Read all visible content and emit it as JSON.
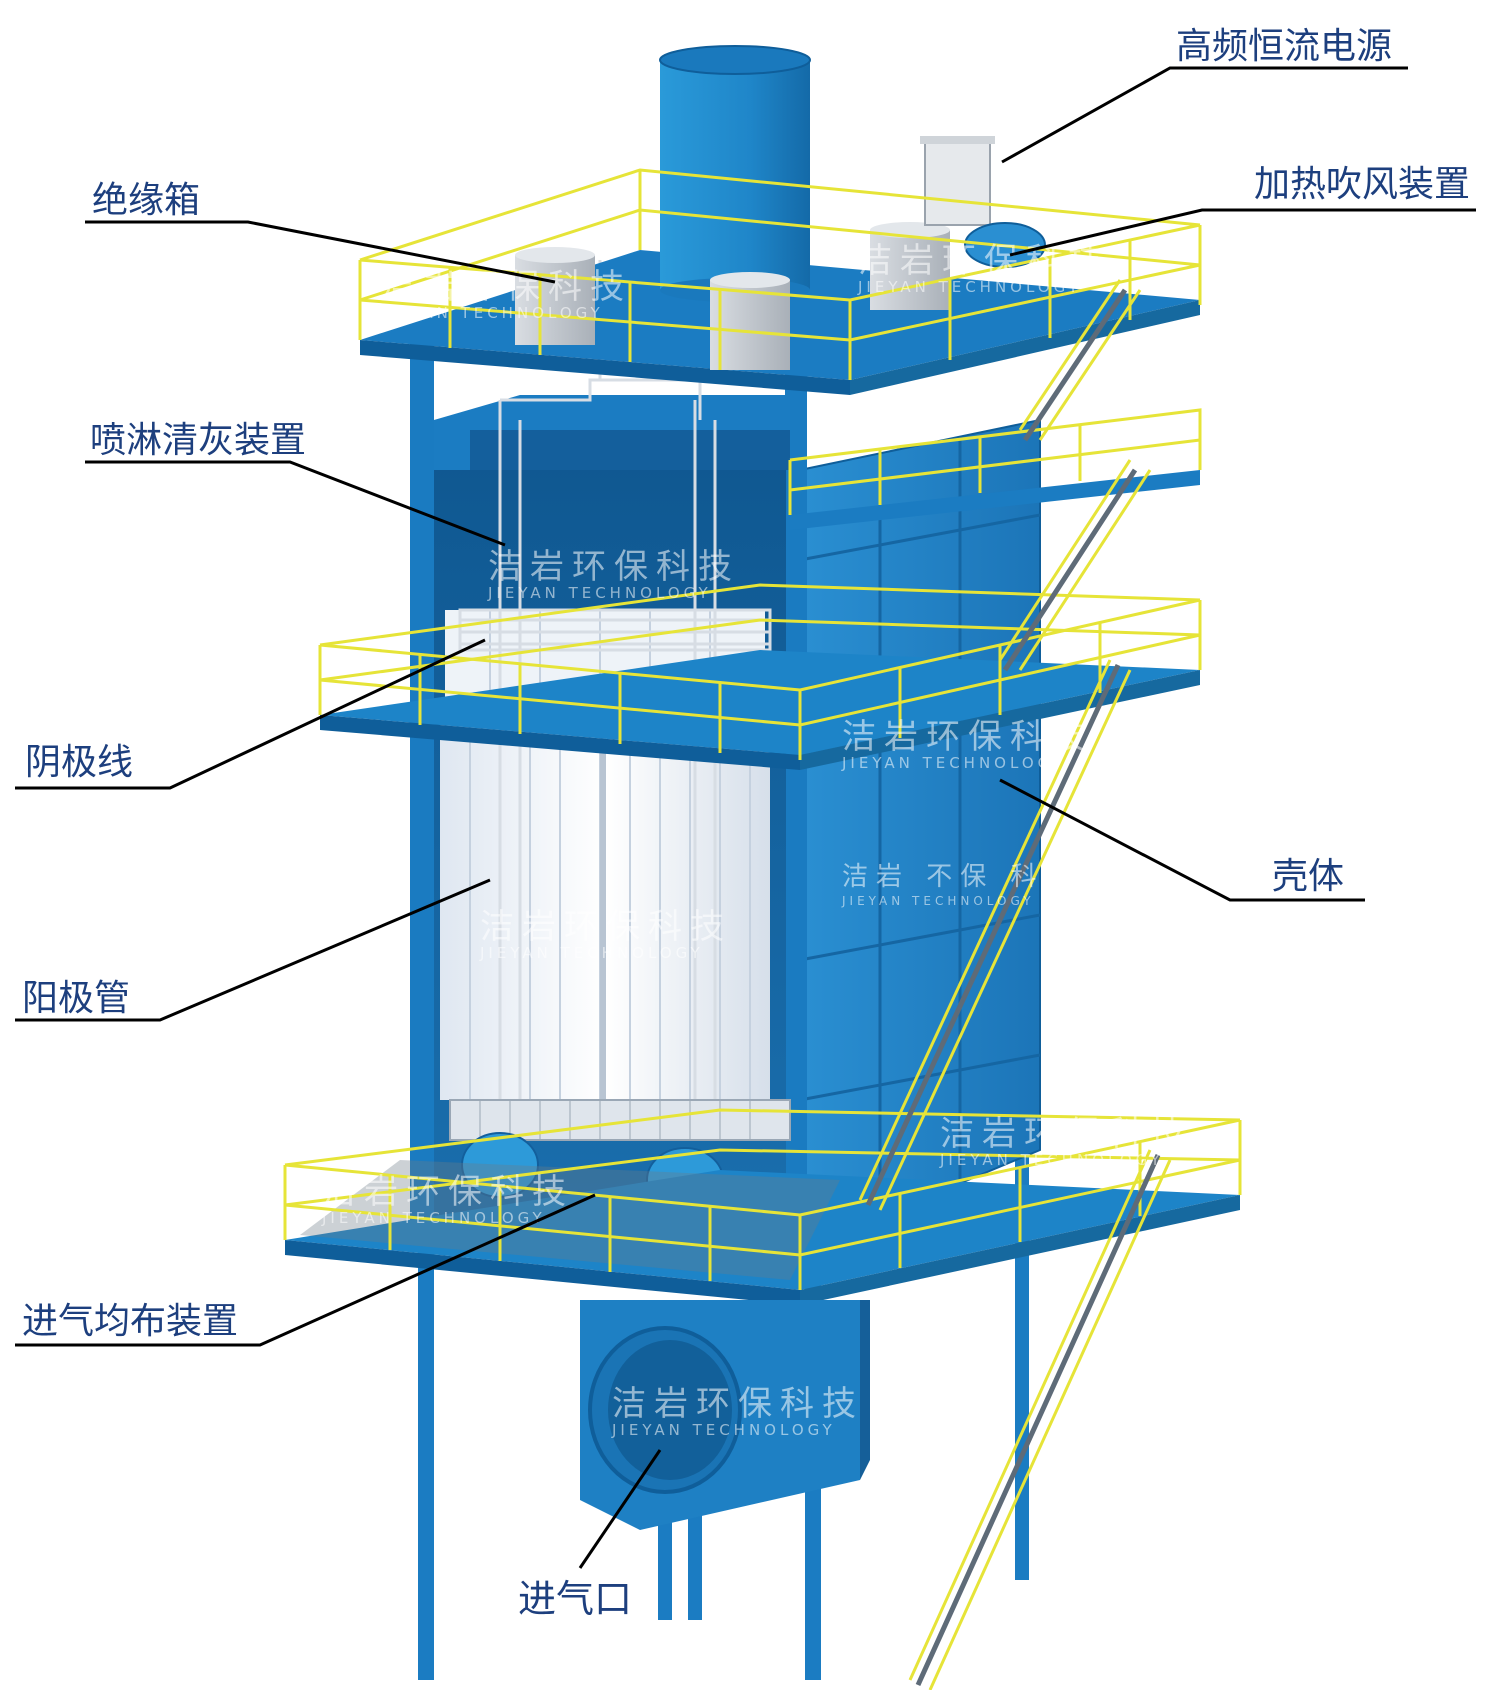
{
  "labels": {
    "power_supply": "高频恒流电源",
    "insulation_box": "绝缘箱",
    "heating_blower": "加热吹风装置",
    "spray_cleaning": "喷淋清灰装置",
    "cathode_wire": "阴极线",
    "shell": "壳体",
    "anode_tube": "阳极管",
    "gas_distribution": "进气均布装置",
    "gas_inlet": "进气口"
  },
  "watermark": {
    "main": "洁岩环保科技",
    "main_variant": "洁岩 不保 科技",
    "sub": "JIEYAN TECHNOLOGY"
  },
  "colors": {
    "steel_blue": "#1f8bd0",
    "dark_blue": "#0f5e9a",
    "railing_yellow": "#e8e63a",
    "anode_white": "#f2f6fb",
    "label_text": "#1d3f7e",
    "casing_gray": "#c9cdd2"
  }
}
